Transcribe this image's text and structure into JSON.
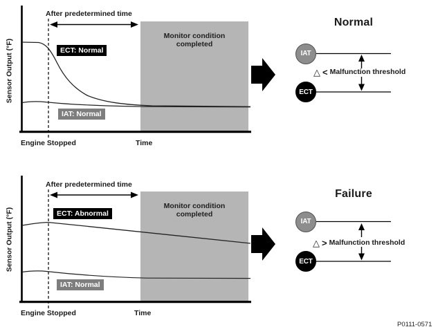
{
  "colors": {
    "monitor_box_bg": "#b5b5b5",
    "gray_label_bg": "#7e7e7e",
    "iat_circle_bg": "#8d8d8d",
    "iat_circle_border": "#4f4f4f",
    "ect_circle_bg": "#000000",
    "ink": "#1a1a1a"
  },
  "charts": {
    "top": {
      "y_axis_label": "Sensor Output (°F)",
      "predetermined_label": "After predetermined time",
      "monitor_label": "Monitor condition completed",
      "ect_label": "ECT: Normal",
      "iat_label": "IAT: Normal",
      "engine_stopped_label": "Engine Stopped",
      "time_label": "Time"
    },
    "bottom": {
      "y_axis_label": "Sensor Output (°F)",
      "predetermined_label": "After predetermined time",
      "monitor_label": "Monitor condition completed",
      "ect_label": "ECT: Abnormal",
      "iat_label": "IAT: Normal",
      "engine_stopped_label": "Engine Stopped",
      "time_label": "Time"
    }
  },
  "results": {
    "top": {
      "title": "Normal",
      "iat_node_label": "IAT",
      "ect_node_label": "ECT",
      "delta_symbol": "△",
      "comparator": "<",
      "threshold_label": "Malfunction threshold"
    },
    "bottom": {
      "title": "Failure",
      "iat_node_label": "IAT",
      "ect_node_label": "ECT",
      "delta_symbol": "△",
      "comparator": ">",
      "threshold_label": "Malfunction threshold"
    }
  },
  "figure_code": "P0111-0571"
}
